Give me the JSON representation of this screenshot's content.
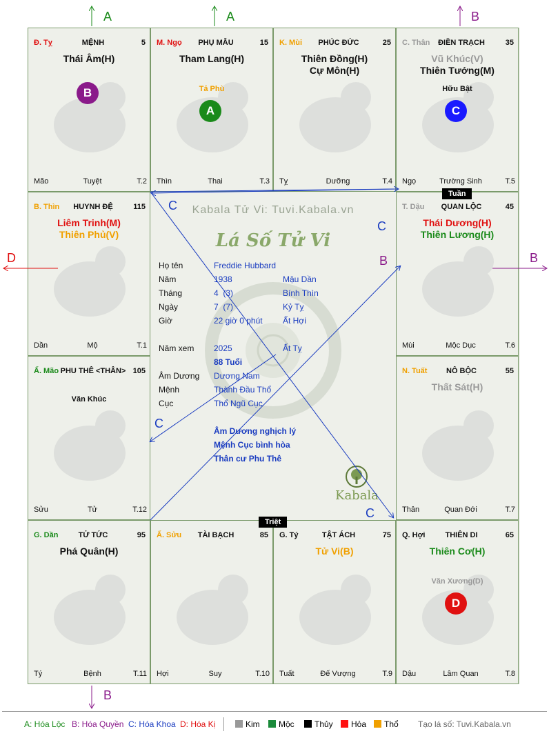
{
  "watermark": "Kabala Tử Vi: Tuvi.Kabala.vn",
  "title": "Lá Số Tử Vi",
  "logo_text": "Kabala",
  "tuan_label": "Tuần",
  "triet_label": "Triệt",
  "colors": {
    "A": "#1a8a1a",
    "B": "#8a1a8a",
    "C": "#1a3cc0",
    "D": "#e01010",
    "grid": "#7a9a6a"
  },
  "cells": [
    {
      "can": "Đ. Tỵ",
      "can_color": "#e01010",
      "name": "MỆNH",
      "age": "5",
      "stars": [
        {
          "t": "Thái Âm(H)",
          "c": "#111111"
        }
      ],
      "minor": "",
      "badge": "B",
      "badge_color": "#8a1a8a",
      "bl": "Mão",
      "bm": "Tuyệt",
      "br": "T.2"
    },
    {
      "can": "M. Ngọ",
      "can_color": "#e01010",
      "name": "PHỤ MẪU",
      "age": "15",
      "stars": [
        {
          "t": "Tham Lang(H)",
          "c": "#111111"
        }
      ],
      "minor": "Tả Phù",
      "minor_color": "#f0a000",
      "badge": "A",
      "badge_color": "#1a8a1a",
      "bl": "Thìn",
      "bm": "Thai",
      "br": "T.3"
    },
    {
      "can": "K. Mùi",
      "can_color": "#f0a000",
      "name": "PHÚC ĐỨC",
      "age": "25",
      "stars": [
        {
          "t": "Thiên Đồng(H)",
          "c": "#111111"
        },
        {
          "t": "Cự Môn(H)",
          "c": "#111111"
        }
      ],
      "minor": "",
      "badge": "",
      "bl": "Tỵ",
      "bm": "Dưỡng",
      "br": "T.4"
    },
    {
      "can": "C. Thân",
      "can_color": "#999999",
      "name": "ĐIỀN TRẠCH",
      "age": "35",
      "stars": [
        {
          "t": "Vũ Khúc(V)",
          "c": "#999999"
        },
        {
          "t": "Thiên Tướng(M)",
          "c": "#111111"
        }
      ],
      "minor": "Hữu Bật",
      "minor_color": "#111111",
      "badge": "C",
      "badge_color": "#1a1aff",
      "bl": "Ngọ",
      "bm": "Trường Sinh",
      "br": "T.5"
    },
    {
      "can": "B. Thìn",
      "can_color": "#f0a000",
      "name": "HUYNH ĐỆ",
      "age": "115",
      "stars": [
        {
          "t": "Liêm Trinh(M)",
          "c": "#e01010"
        },
        {
          "t": "Thiên Phủ(V)",
          "c": "#f0a000"
        }
      ],
      "minor": "",
      "badge": "",
      "bl": "Dần",
      "bm": "Mộ",
      "br": "T.1"
    },
    {
      "can": "T. Dậu",
      "can_color": "#999999",
      "name": "QUAN LỘC",
      "age": "45",
      "stars": [
        {
          "t": "Thái Dương(H)",
          "c": "#e01010"
        },
        {
          "t": "Thiên Lương(H)",
          "c": "#1a8a1a"
        }
      ],
      "minor": "",
      "badge": "",
      "bl": "Mùi",
      "bm": "Mộc Dục",
      "br": "T.6"
    },
    {
      "can": "Ấ. Mão",
      "can_color": "#1a8a1a",
      "name": "PHU THÊ <THÂN>",
      "age": "105",
      "stars": [],
      "minor": "Văn Khúc",
      "minor_color": "#111111",
      "badge": "",
      "bl": "Sửu",
      "bm": "Tử",
      "br": "T.12"
    },
    {
      "can": "N. Tuất",
      "can_color": "#f0a000",
      "name": "NÔ BỘC",
      "age": "55",
      "stars": [
        {
          "t": "Thất Sát(H)",
          "c": "#999999"
        }
      ],
      "minor": "",
      "badge": "",
      "bl": "Thân",
      "bm": "Quan Đới",
      "br": "T.7"
    },
    {
      "can": "G. Dần",
      "can_color": "#1a8a1a",
      "name": "TỬ TỨC",
      "age": "95",
      "stars": [
        {
          "t": "Phá Quân(H)",
          "c": "#111111"
        }
      ],
      "minor": "",
      "badge": "",
      "bl": "Tý",
      "bm": "Bệnh",
      "br": "T.11"
    },
    {
      "can": "Ấ. Sửu",
      "can_color": "#f0a000",
      "name": "TÀI BẠCH",
      "age": "85",
      "stars": [],
      "minor": "",
      "badge": "",
      "bl": "Hợi",
      "bm": "Suy",
      "br": "T.10"
    },
    {
      "can": "G. Tý",
      "can_color": "#111111",
      "name": "TẬT ÁCH",
      "age": "75",
      "stars": [
        {
          "t": "Tử Vi(B)",
          "c": "#f0a000"
        }
      ],
      "minor": "",
      "badge": "",
      "bl": "Tuất",
      "bm": "Đế Vượng",
      "br": "T.9"
    },
    {
      "can": "Q. Hợi",
      "can_color": "#111111",
      "name": "THIÊN DI",
      "age": "65",
      "stars": [
        {
          "t": "Thiên Cơ(H)",
          "c": "#1a8a1a"
        }
      ],
      "minor": "Văn Xương(D)",
      "minor_color": "#999999",
      "badge": "D",
      "badge_color": "#e01010",
      "bl": "Dậu",
      "bm": "Lâm Quan",
      "br": "T.8"
    }
  ],
  "info": {
    "ho_ten_label": "Họ tên",
    "ho_ten": "Freddie Hubbard",
    "nam_label": "Năm",
    "nam": "1938",
    "nam_can_chi": "Mậu Dần",
    "thang_label": "Tháng",
    "thang": "4  (3)",
    "thang_can_chi": "Bính Thìn",
    "ngay_label": "Ngày",
    "ngay": "7  (7)",
    "ngay_can_chi": "Kỷ Tỵ",
    "gio_label": "Giờ",
    "gio": "22 giờ 0 phút",
    "gio_can_chi": "Ất Hợi",
    "nam_xem_label": "Năm xem",
    "nam_xem": "2025",
    "nam_xem_can_chi": "Ất Tỵ",
    "tuoi": "88 Tuổi",
    "am_duong_label": "Âm Dương",
    "am_duong": "Dương Nam",
    "menh_label": "Mệnh",
    "menh": "Thành Đầu Thổ",
    "cuc_label": "Cục",
    "cuc": "Thổ Ngũ Cục",
    "note1": "Âm Dương nghịch lý",
    "note2": "Mệnh Cục bình hòa",
    "note3": "Thân cư Phu Thê"
  },
  "legend": {
    "a": "A: Hóa Lộc",
    "b": "B: Hóa Quyền",
    "c": "C: Hóa Khoa",
    "d": "D: Hóa Kị",
    "kim": "Kim",
    "moc": "Mộc",
    "thuy": "Thủy",
    "hoa": "Hỏa",
    "tho": "Thổ",
    "footer": "Tạo lá số: Tuvi.Kabala.vn"
  }
}
